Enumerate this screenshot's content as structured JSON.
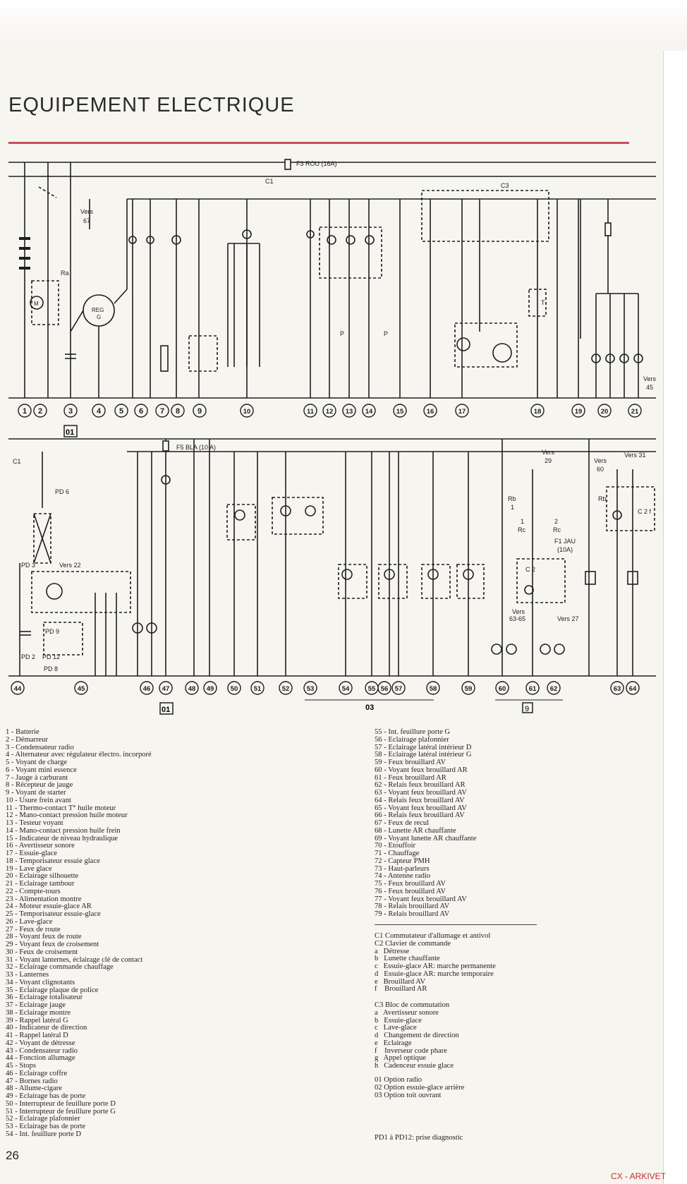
{
  "page": {
    "title": "EQUIPEMENT   ELECTRIQUE",
    "page_number": "26",
    "archive_mark": "CX - ARKIVET"
  },
  "diagram": {
    "fuse_top": "F3 ROU (16A)",
    "fuse_bottom": "F5 BLA (10 A)",
    "fuse_relay": "F1 JAU",
    "fuse_relay_rating": "(10A)",
    "labels": {
      "c1": "C1",
      "c3": "C3",
      "vers": "Vers",
      "ra": "Ra",
      "reg": "REG",
      "g": "G",
      "m": "M",
      "v67": "67",
      "v45": "45",
      "v22": "Vers 22",
      "v29": "29",
      "v60": "60",
      "v31": "Vers 31",
      "v6365": "63-65",
      "v27": "Vers 27",
      "pd6": "PD 6",
      "pd3": "PD 3",
      "pd2": "PD 2",
      "pd9": "PD 9",
      "pd12": "PD 12",
      "pd8": "PD 8",
      "rb1": "Rb",
      "rc1": "Rc",
      "rc2": "Rc",
      "rb2": "Rb",
      "c2": "C 2",
      "c2b": "C 2 f",
      "t": "T",
      "p": "P",
      "one": "1",
      "two": "2"
    },
    "top_numbers": [
      "1",
      "2",
      "3",
      "4",
      "5",
      "6",
      "7",
      "8",
      "9",
      "10",
      "11",
      "12",
      "13",
      "14",
      "15",
      "16",
      "17",
      "18",
      "19",
      "20",
      "21"
    ],
    "bottom_numbers": [
      "44",
      "45",
      "46",
      "47",
      "48",
      "49",
      "50",
      "51",
      "52",
      "53",
      "54",
      "55",
      "56",
      "57",
      "58",
      "59",
      "60",
      "61",
      "62",
      "63",
      "64"
    ],
    "option_01_a": "01",
    "option_01_b": "01",
    "option_03": "03",
    "option_9": "9"
  },
  "legend_left": [
    "1 - Batterie",
    "2 - Démarreur",
    "3 - Condensateur radio",
    "4 - Alternateur avec régulateur électro. incorporé",
    "5 - Voyant de charge",
    "6 - Voyant mini essence",
    "7 - Jauge à carburant",
    "8 - Récepteur de jauge",
    "9 - Voyant de starter",
    "10 - Usure frein avant",
    "11 - Thermo-contact T° huile moteur",
    "12 - Mano-contact pression huile moteur",
    "13 - Testeur voyant",
    "14 - Mano-contact pression huile frein",
    "15 - Indicateur de niveau hydraulique",
    "16 - Avertisseur sonore",
    "17 - Essuie-glace",
    "18 - Temporisateur essuie glace",
    "19 - Lave glace",
    "20 - Eclairage silhouette",
    "21 - Eclairage tambour",
    "22 - Compte-tours",
    "23 - Alimentation montre",
    "24 - Moteur essuie-glace AR",
    "25 - Temporisateur essuie-glace",
    "26 - Lave-glace",
    "27 - Feux de route",
    "28 - Voyant feux de route",
    "29 - Voyant feux de croisement",
    "30 - Feux de croisement",
    "31 - Voyant lanternes, éclairage clé de contact",
    "32 - Eclairage commande chauffage",
    "33 - Lanternes",
    "34 - Voyant clignotants",
    "35 - Eclairage plaque de police",
    "36 - Eclairage totalisateur",
    "37 - Eclairage jauge",
    "38 - Eclairage montre",
    "39 - Rappel latéral G",
    "40 - Indicateur de direction",
    "41 - Rappel latéral D",
    "42 - Voyant de détresse",
    "43 - Condensateur radio",
    "44 - Fonction allumage",
    "45 - Stops",
    "46 - Eclairage coffre",
    "47 - Bornes radio",
    "48 - Allume-cigare",
    "49 - Eclairage bas de porte",
    "50 - Interrupteur de feuillure porte D",
    "51 - Interrupteur de feuillure porte G",
    "52 - Eclairage plafonnier",
    "53 - Eclairage bas de porte",
    "54 - Int. feuillure porte D"
  ],
  "legend_right": [
    "55 - Int. feuillure porte G",
    "56 - Eclairage plafonnier",
    "57 - Eclairage latéral intérieur D",
    "58 - Eclairage latéral intérieur G",
    "59 - Feux brouillard AV",
    "60 - Voyant feux brouillard AR",
    "61 - Feux brouillard AR",
    "62 - Relais feux brouillard AR",
    "63 - Voyant feux brouillard AV",
    "64 - Relais feux brouillard AV",
    "65 - Voyant feux brouillard AV",
    "66 - Relais feux brouillard AV",
    "67 - Feux de recul",
    "68 - Lunette AR chauffante",
    "69 - Voyant lunette AR chauffante",
    "70 - Etouffoir",
    "71 - Chauffage",
    "72 - Capteur PMH",
    "73 - Haut-parleurs",
    "74 - Antenne radio",
    "75 - Feux brouillard AV",
    "76 - Feux brouillard AV",
    "77 - Voyant feux brouillard AV",
    "78 - Relais brouillard AV",
    "79 - Relais brouillard AV"
  ],
  "legend_c": [
    "C1 Commutateur d'allumage et antivol",
    "C2 Clavier de commande",
    "a   Détresse",
    "b   Lunette chauffante",
    "c   Essuie-glace AR: marche permanente",
    "d   Essuie-glace AR: marche temporaire",
    "e   Brouillard AV",
    "f    Brouillard AR"
  ],
  "legend_c3": [
    "C3 Bloc de commutation",
    "a   Avertisseur sonore",
    "b   Essuie-glace",
    "c   Lave-glace",
    "d   Changement de direction",
    "e   Eclairage",
    "f    Inverseur code phare",
    "g   Appel optique",
    "h   Cadenceur essuie glace"
  ],
  "legend_options": [
    "01 Option radio",
    "02 Option essuie-glace arrière",
    "03 Option toit ouvrant"
  ],
  "pd_note": "PD1 à PD12:  prise diagnostic"
}
